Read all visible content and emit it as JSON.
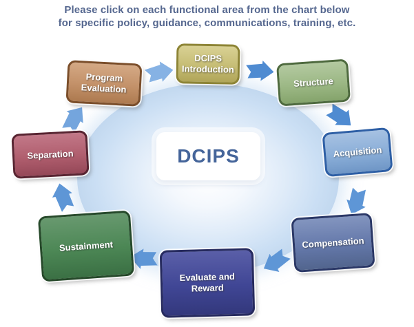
{
  "header": {
    "line1": "Please click on each functional area from the chart below",
    "line2": "for specific policy, guidance, communications, training, etc.",
    "text_color": "#55678f"
  },
  "center": {
    "label": "DCIPS",
    "text_color": "#45659a",
    "background": "#ffffff"
  },
  "nodes": [
    {
      "id": "dcips-introduction",
      "label": "DCIPS Introduction",
      "fill_light": "#d9d194",
      "fill": "#c6bd75",
      "fill_dark": "#b0a558",
      "border": "#8d8435"
    },
    {
      "id": "structure",
      "label": "Structure",
      "fill_light": "#b3c9a0",
      "fill": "#9cb885",
      "fill_dark": "#85a46c",
      "border": "#4e6a3e"
    },
    {
      "id": "acquisition",
      "label": "Acquisition",
      "fill_light": "#a6c1e2",
      "fill": "#8aaed8",
      "fill_dark": "#6f96c6",
      "border": "#2e5fa5"
    },
    {
      "id": "compensation",
      "label": "Compensation",
      "fill_light": "#8395bf",
      "fill": "#6478aa",
      "fill_dark": "#52658e",
      "border": "#2a3766"
    },
    {
      "id": "evaluate-and-reward",
      "label": "Evaluate and Reward",
      "fill_light": "#5a5fa8",
      "fill": "#404695",
      "fill_dark": "#33387c",
      "border": "#262a5e"
    },
    {
      "id": "sustainment",
      "label": "Sustainment",
      "fill_light": "#68996f",
      "fill": "#4c8755",
      "fill_dark": "#3b7044",
      "border": "#26492a"
    },
    {
      "id": "separation",
      "label": "Separation",
      "fill_light": "#c27888",
      "fill": "#b05e6e",
      "fill_dark": "#954858",
      "border": "#582431"
    },
    {
      "id": "program-evaluation",
      "label": "Program Evaluation",
      "fill_light": "#d4a985",
      "fill": "#c39169",
      "fill_dark": "#ad7a50",
      "border": "#7b4e2a"
    }
  ],
  "arrows": {
    "icon": "block-arrow-icon",
    "direction": "clockwise",
    "colors": [
      "#86b2e4",
      "#4f8bd1",
      "#4f8bd1",
      "#5e96d6",
      "#5e96d6",
      "#5e96d6",
      "#5e96d6",
      "#74a5dd"
    ]
  },
  "background_ellipse_color": "#c2d8ef"
}
